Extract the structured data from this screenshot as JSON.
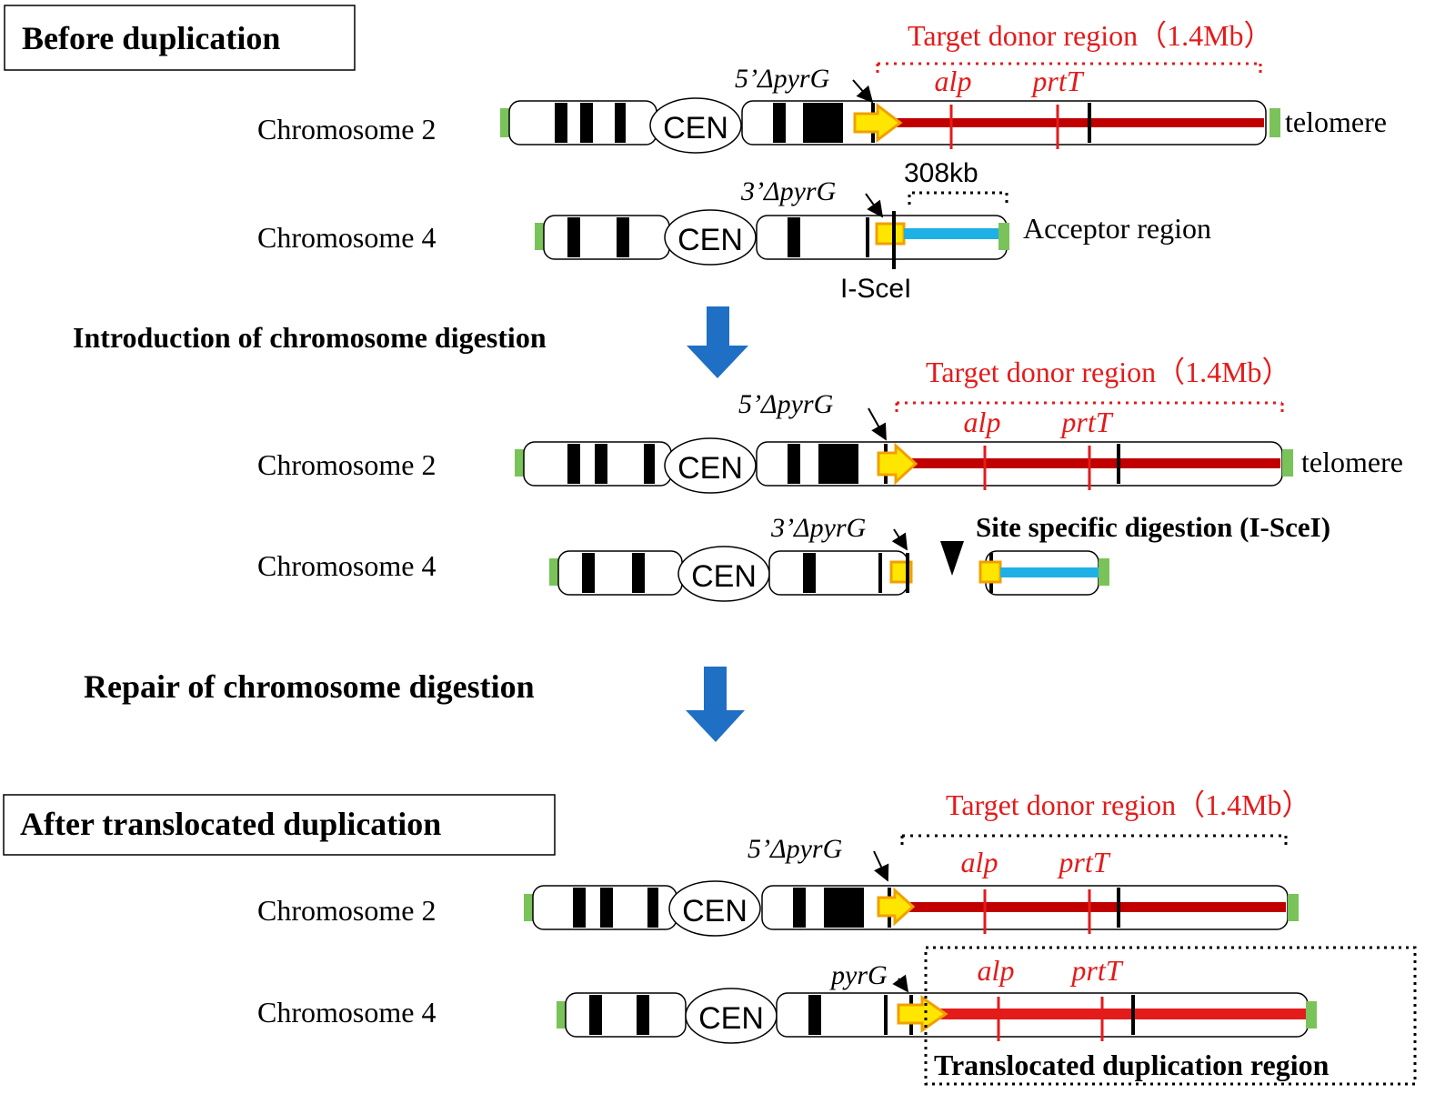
{
  "colors": {
    "red": "#e31b1b",
    "dark_red": "#c00000",
    "black": "#000000",
    "blue_arrow": "#1f6fc5",
    "acceptor_blue": "#1fb1e6",
    "telomere_green": "#7ac35a",
    "yellow_fill": "#ffe600",
    "yellow_stroke": "#f0a000"
  },
  "headers": {
    "before": "Before duplication",
    "after": "After translocated duplication"
  },
  "steps": {
    "digestion": "Introduction of chromosome digestion",
    "repair": "Repair of chromosome digestion"
  },
  "labels": {
    "chr2": "Chromosome 2",
    "chr4": "Chromosome 4",
    "cen": "CEN",
    "telomere": "telomere",
    "target_donor": "Target donor region（1.4Mb）",
    "alp": "alp",
    "prtT": "prtT",
    "five_pyrG": "5’ΔpyrG",
    "three_pyrG": "3’ΔpyrG",
    "pyrG": "pyrG",
    "size_308": "308kb",
    "acceptor": "Acceptor region",
    "isce1": "I-SceI",
    "site_specific": "Site specific digestion (I-SceI)",
    "translocated_region": "Translocated duplication region"
  }
}
